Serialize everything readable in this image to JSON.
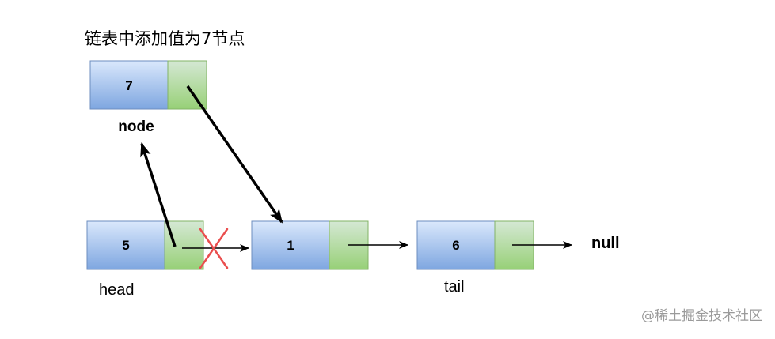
{
  "diagram": {
    "title": "链表中添加值为7节点",
    "new_node": {
      "value": "7",
      "label": "node"
    },
    "nodes": [
      {
        "value": "5",
        "label": "head"
      },
      {
        "value": "1",
        "label": ""
      },
      {
        "value": "6",
        "label": "tail"
      }
    ],
    "terminator": "null",
    "watermark": "@稀土掘金技术社区",
    "colors": {
      "value_fill_top": "#dae8fc",
      "value_fill_bottom": "#7ea6e0",
      "value_stroke": "#6c8ebf",
      "pointer_fill_top": "#d5e8d4",
      "pointer_fill_bottom": "#97d077",
      "pointer_stroke": "#82b366",
      "cross": "#ea4e4e"
    }
  }
}
